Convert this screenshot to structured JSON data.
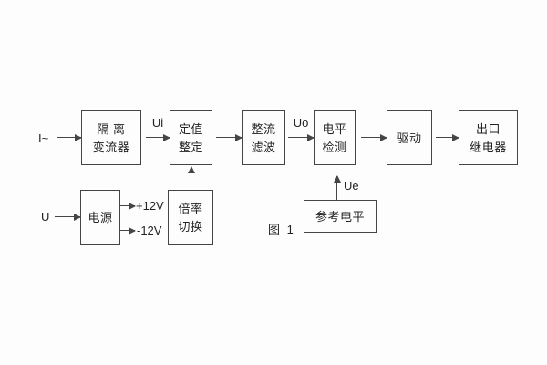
{
  "figure": {
    "caption": "图 1",
    "inputs": {
      "current": "I~",
      "voltage": "U"
    },
    "signals": {
      "ui": "Ui",
      "uo": "Uo",
      "ue": "Ue",
      "plus12": "+12V",
      "minus12": "-12V"
    },
    "blocks": {
      "isolation": {
        "line1": "隔 离",
        "line2": "变流器"
      },
      "setting": {
        "line1": "定值",
        "line2": "整定"
      },
      "rectifier": {
        "line1": "整流",
        "line2": "滤波"
      },
      "level": {
        "line1": "电平",
        "line2": "检测"
      },
      "drive": {
        "line1": "驱动"
      },
      "relay": {
        "line1": "出口",
        "line2": "继电器"
      },
      "power": {
        "line1": "电源"
      },
      "ratio": {
        "line1": "倍率",
        "line2": "切换"
      },
      "reference": {
        "line1": "参考电平"
      }
    },
    "colors": {
      "line": "#454545",
      "text": "#222222",
      "background": "#fdfdfd"
    }
  }
}
